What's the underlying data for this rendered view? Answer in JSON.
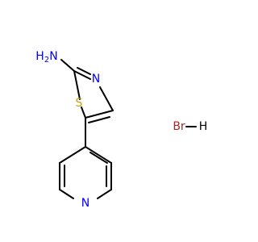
{
  "molecule": {
    "atoms": {
      "amine": {
        "label": "H2N",
        "color": "#0000ff"
      },
      "thiazole_nitrogen": {
        "label": "N",
        "color": "#0000ff"
      },
      "thiazole_sulfur": {
        "label": "S",
        "color": "#c8a000"
      },
      "pyridine_nitrogen": {
        "label": "N",
        "color": "#0000ff"
      }
    },
    "salt": {
      "bromine": {
        "label": "Br",
        "color": "#a52a2a"
      },
      "hydrogen": {
        "label": "H",
        "color": "#000000"
      }
    }
  }
}
